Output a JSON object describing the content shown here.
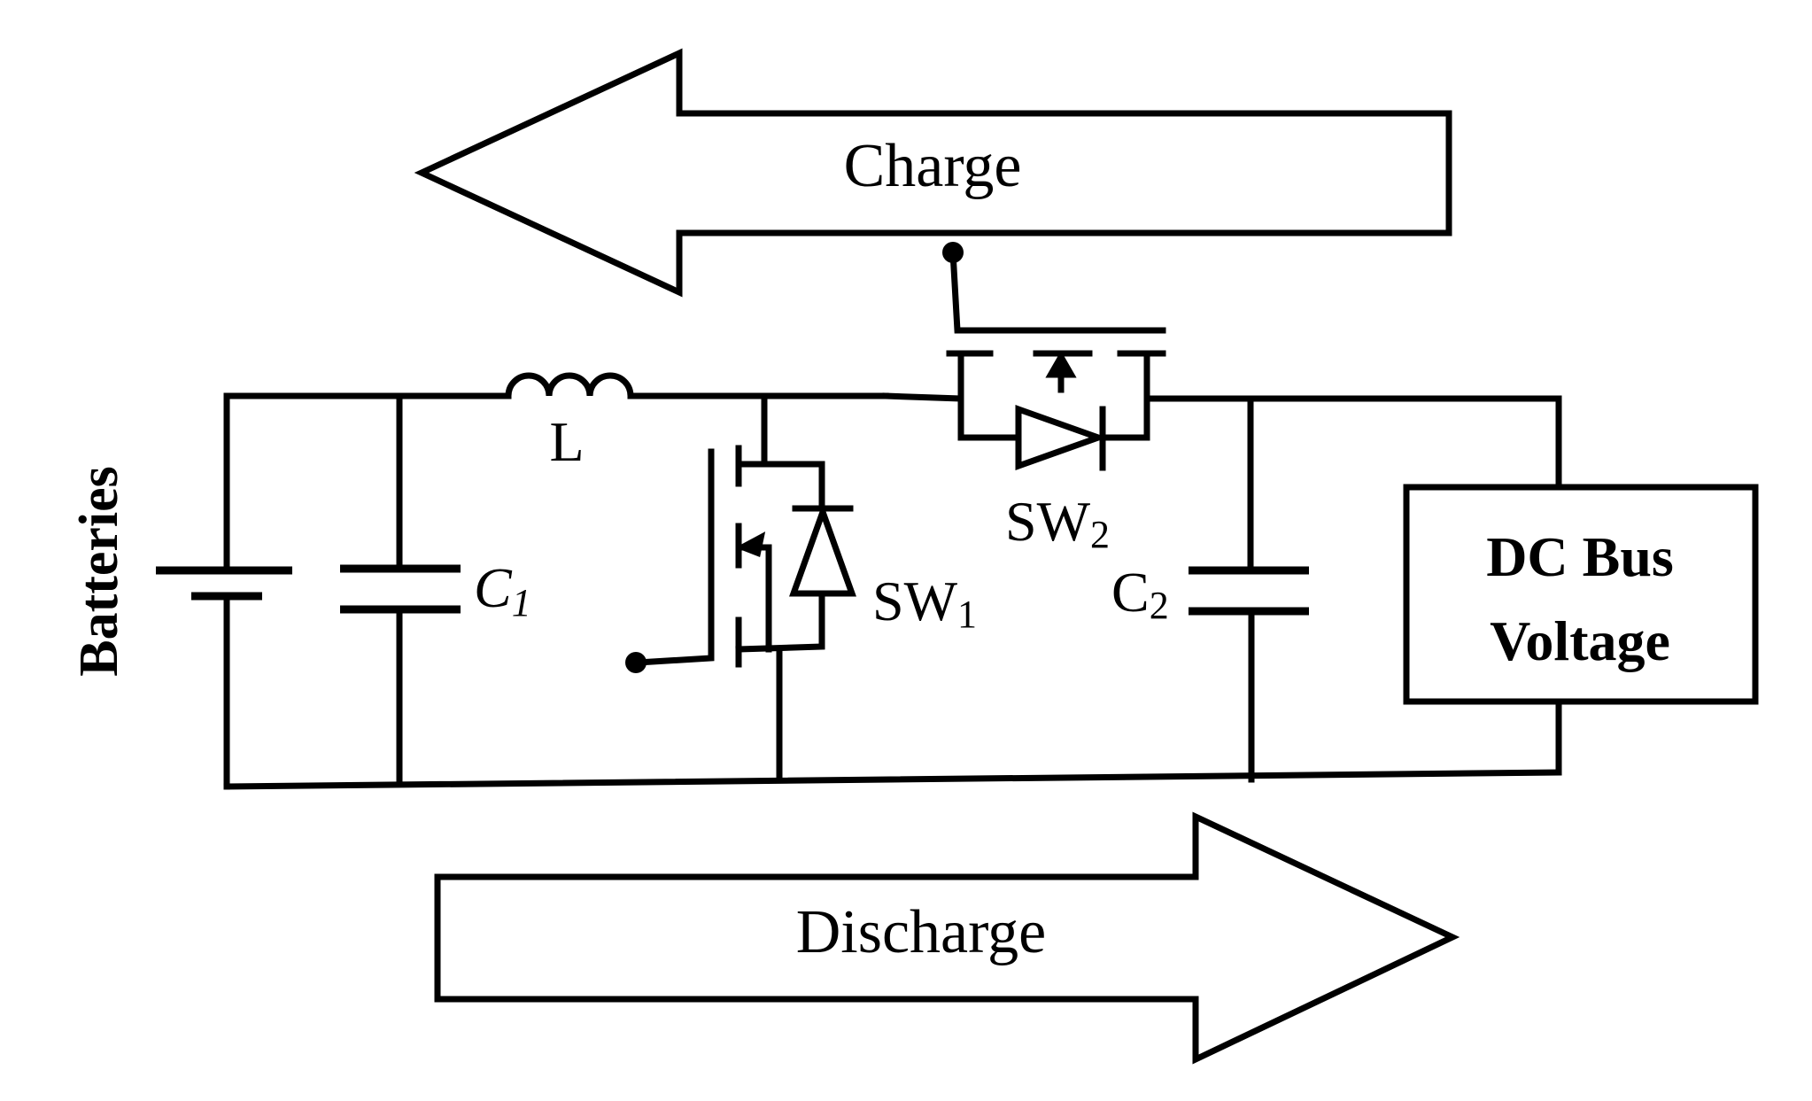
{
  "labels": {
    "charge": "Charge",
    "discharge": "Discharge",
    "batteries": "Batteries",
    "inductor": "L",
    "cap1_main": "C",
    "cap1_sub": "1",
    "cap2_main": "C",
    "cap2_sub": "2",
    "sw1_main": "SW",
    "sw1_sub": "1",
    "sw2_main": "SW",
    "sw2_sub": "2",
    "dcbus_line1": "DC Bus",
    "dcbus_line2": "Voltage"
  }
}
